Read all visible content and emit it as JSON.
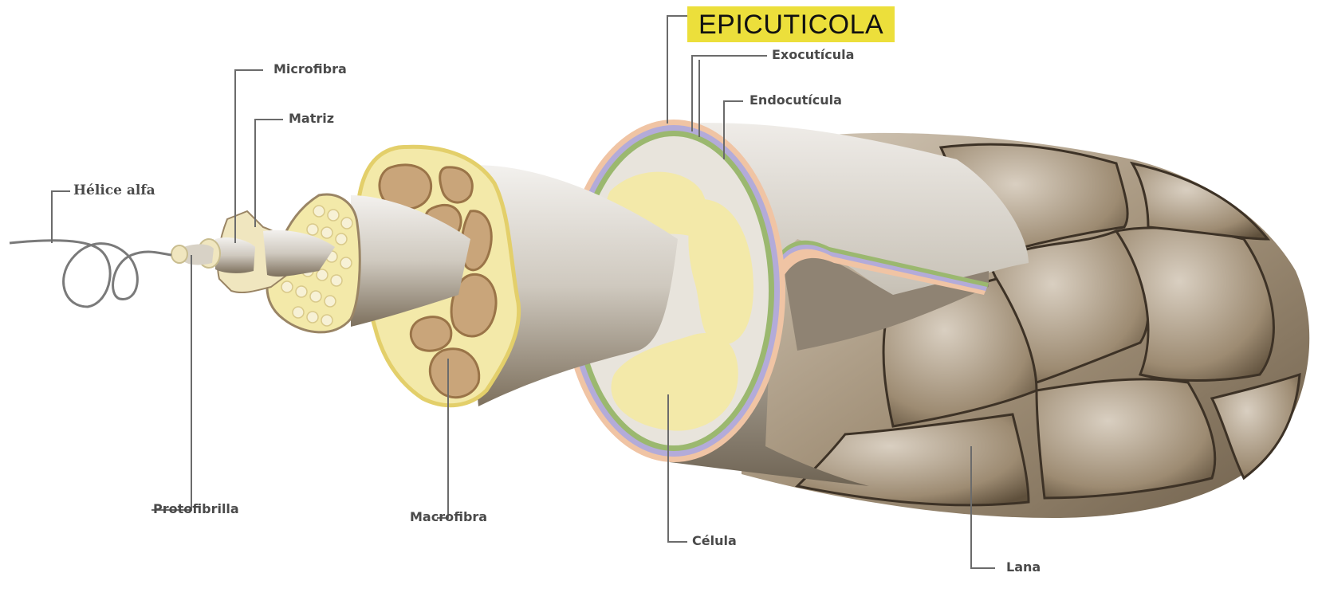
{
  "labels": {
    "alpha_helix": "Hélice alfa",
    "microfiber": "Microfibra",
    "matrix": "Matriz",
    "protofibril": "Protofibrilla",
    "macrofiber": "Macrofibra",
    "epicuticle": "EPICUTICOLA",
    "exocuticle": "Exocutícula",
    "endocuticle": "Endocutícula",
    "cell": "Célula",
    "wool": "Lana"
  },
  "colors": {
    "highlight": "#ecdf3b",
    "leader_line": "#6b6b6b",
    "fiber_body": "#c9c3b8",
    "cortex_yellow": "#f3e9a9",
    "macrofibril_tan": "#c9a57a",
    "epicuticle_layer": "#f0c4a4",
    "exocuticle_layer": "#b3abd9",
    "endocuticle_layer": "#9bb86f",
    "wool_scales": "#9a8a74"
  }
}
